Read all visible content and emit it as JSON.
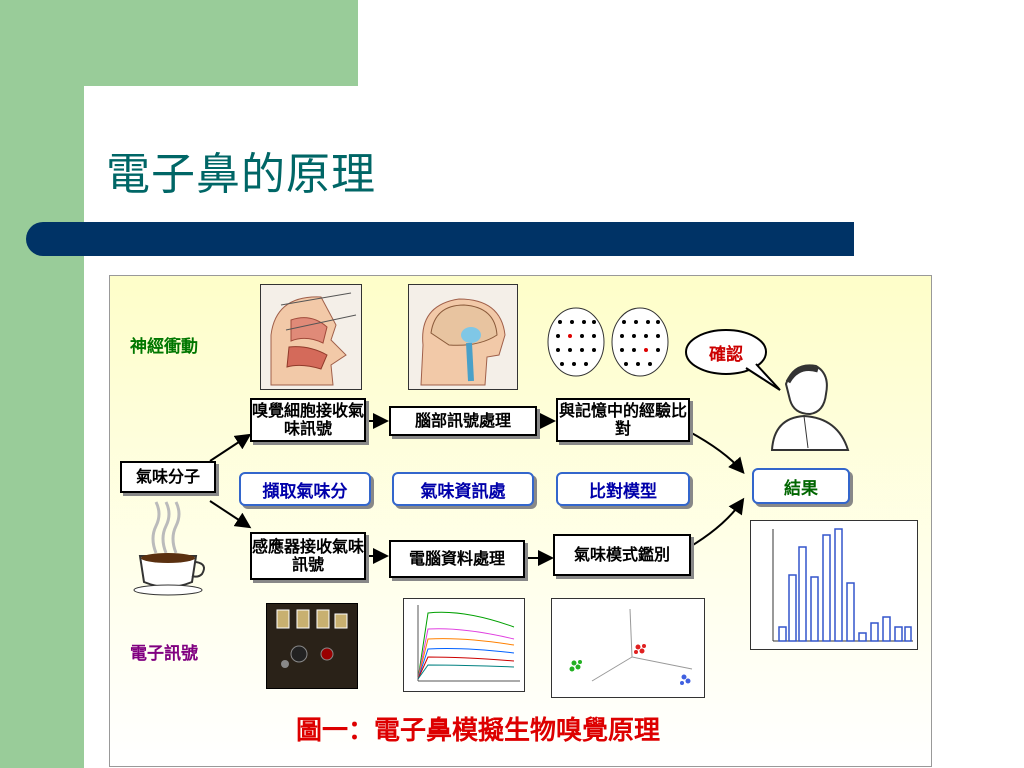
{
  "slide": {
    "title": "電子鼻的原理"
  },
  "figure": {
    "label_neural": "神經衝動",
    "label_electronic": "電子訊號",
    "odor_molecule": "氣味分子",
    "top_row": [
      "嗅覺細胞接收氣味訊號",
      "腦部訊號處理",
      "與記憶中的經驗比對"
    ],
    "mid_row": [
      "擷取氣味分",
      "氣味資訊處",
      "比對模型"
    ],
    "bottom_row": [
      "感應器接收氣味訊號",
      "電腦資料處理",
      "氣味模式鑑別"
    ],
    "confirm": "確認",
    "result": "結果",
    "caption": "圖一：電子鼻模擬生物嗅覺原理"
  },
  "colors": {
    "title": "#006666",
    "rule": "#003366",
    "sidebar": "#99cc99"
  }
}
